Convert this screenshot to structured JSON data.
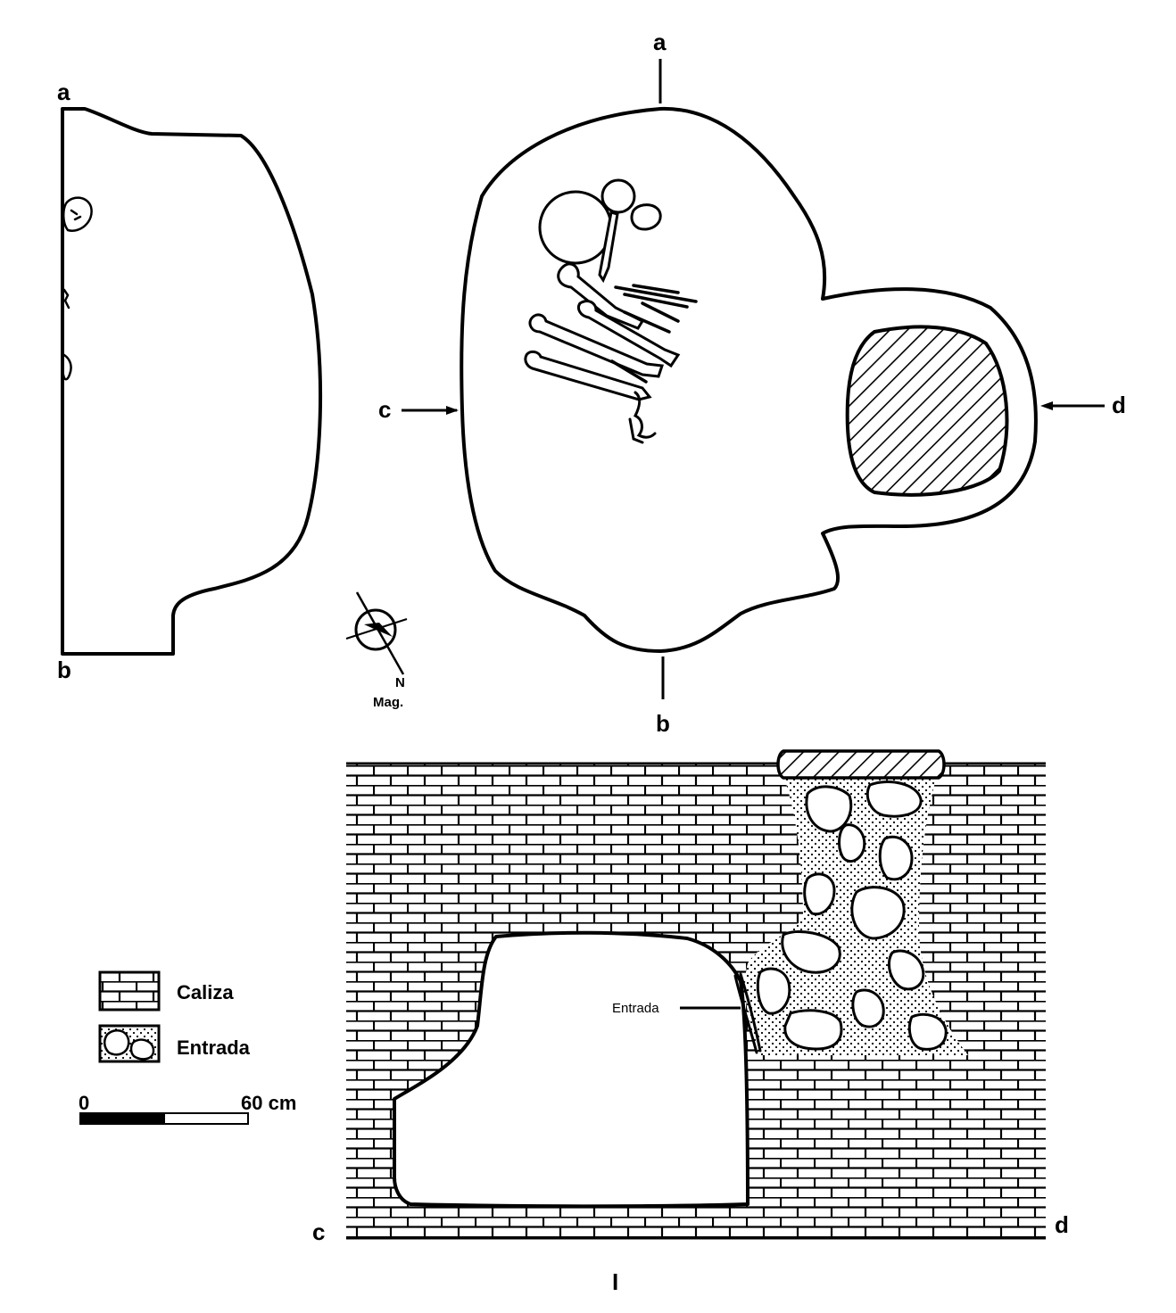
{
  "plan_labels": {
    "a_top": "a",
    "b_bottom": "b",
    "c_left": "c",
    "d_right": "d"
  },
  "section_ab_labels": {
    "a": "a",
    "b": "b"
  },
  "section_cd_labels": {
    "c": "c",
    "d": "d",
    "entrada_callout": "Entrada",
    "figure_number": "I"
  },
  "north_arrow": {
    "n": "N",
    "mag": "Mag."
  },
  "legend": {
    "items": [
      {
        "label": "Caliza",
        "pattern": "brick"
      },
      {
        "label": "Entrada",
        "pattern": "stones"
      }
    ]
  },
  "scale_bar": {
    "start_label": "0",
    "end_label": "60 cm"
  },
  "colors": {
    "ink": "#000000",
    "paper": "#ffffff"
  }
}
